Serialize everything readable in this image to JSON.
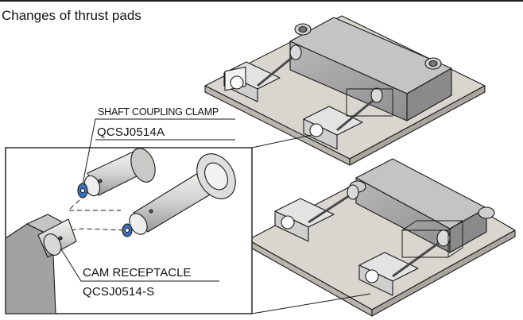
{
  "heading": "Changes of thrust pads",
  "callouts": {
    "clamp_name": "SHAFT COUPLING CLAMP",
    "clamp_part": "QCSJ0514A",
    "receptacle_name": "CAM RECEPTACLE",
    "receptacle_part": "QCSJ0514-S"
  },
  "colors": {
    "ink": "#1a1a1a",
    "base_plate": "#d9d6d0",
    "block": "#a8a8a8",
    "block_top": "#c4c4c4",
    "cylinder": "#e8e8e6",
    "accent_blue": "#3b6fb6"
  }
}
